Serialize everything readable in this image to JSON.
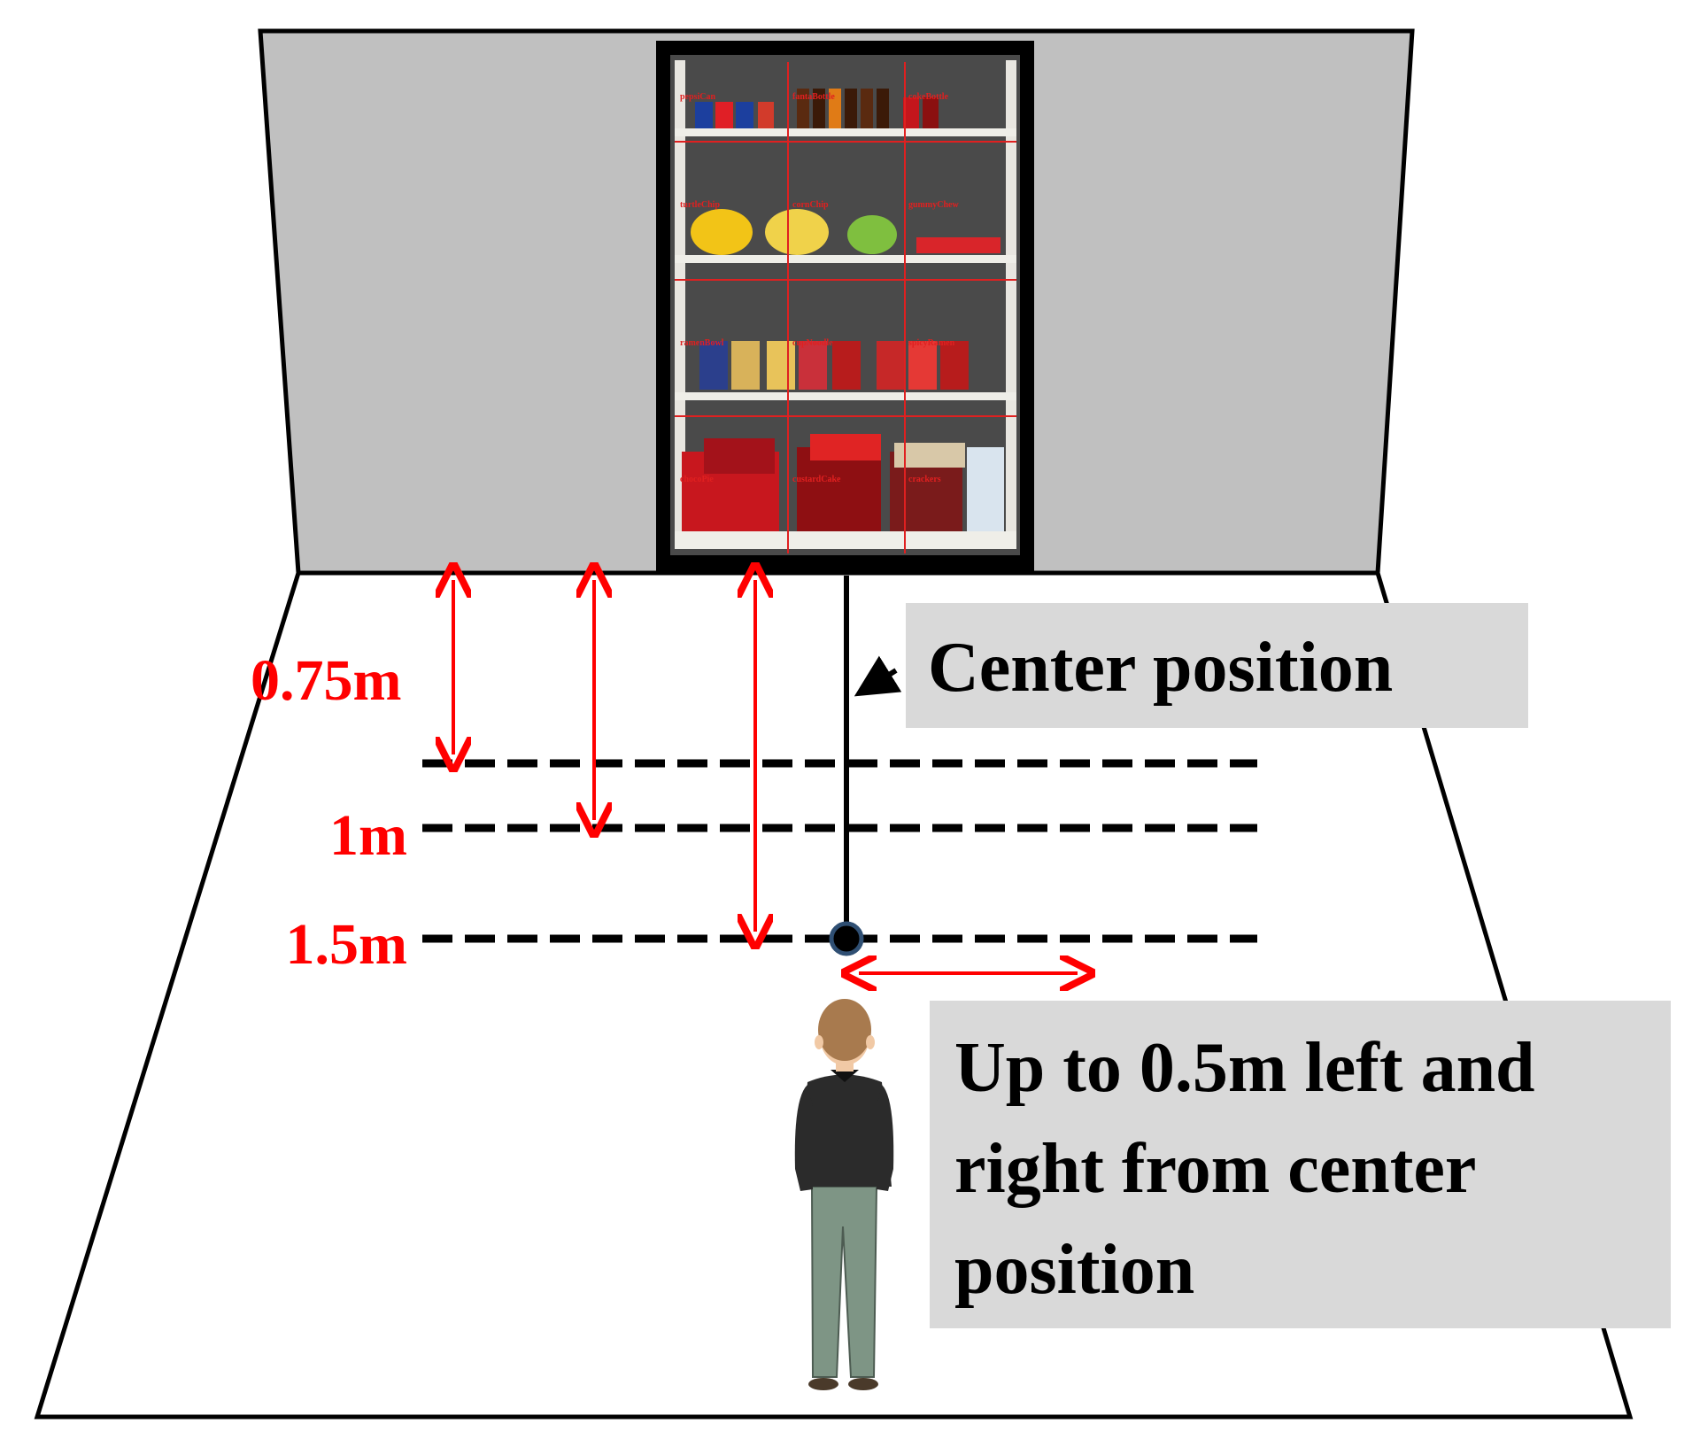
{
  "colors": {
    "wall": "#c0c0c0",
    "outline": "#000000",
    "measure": "#ff0000",
    "callout_bg": "#d9d9d9",
    "center_dot": "#2f4f73",
    "shelf_frame": "#e8e6e0",
    "person_hair": "#a87a4e",
    "person_skin": "#f1c9a5",
    "person_jacket": "#2b2b2b",
    "person_pants": "#7e9585"
  },
  "distance_labels": {
    "d075": "0.75m",
    "d1": "1m",
    "d15": "1.5m"
  },
  "callouts": {
    "center": "Center position",
    "lateral_lines": [
      "Up to 0.5m left and",
      "right from center",
      "position"
    ]
  },
  "shelf_labels": [
    "pepsiCan",
    "fantaBottle",
    "cokeBottle",
    "turtleChip",
    "cornChip",
    "gummyChew",
    "ramenBowl",
    "cupNoodle",
    "spicyRamen",
    "chocoPie",
    "custardCake",
    "crackers"
  ],
  "icons": {
    "person": "person-figure-icon",
    "shelf_photo": "vending-shelf-photo"
  }
}
